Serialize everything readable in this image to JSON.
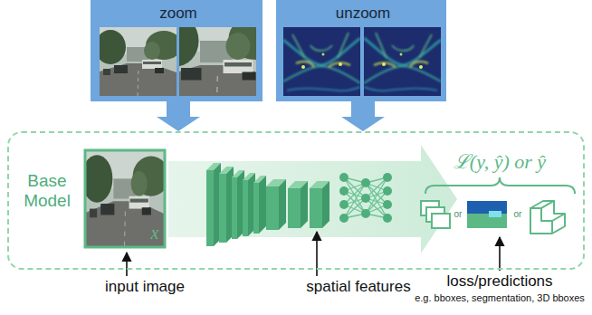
{
  "diagram": {
    "nodes": [
      {
        "text": [
          "zoom"
        ]
      },
      {
        "text": [
          "unzoom"
        ]
      },
      {
        "text": [
          "Base Model"
        ]
      }
    ],
    "edges": [
      {
        "from": 0,
        "to": 2,
        "arrow": "to"
      },
      {
        "from": 1,
        "to": 2,
        "arrow": "to"
      }
    ],
    "labels": [
      "x",
      "ℒ(y, ŷ) or ŷ",
      "or",
      "or",
      "input image",
      "spatial features",
      "loss/predictions",
      "e.g. bboxes, segmentation, 3D bboxes"
    ]
  }
}
